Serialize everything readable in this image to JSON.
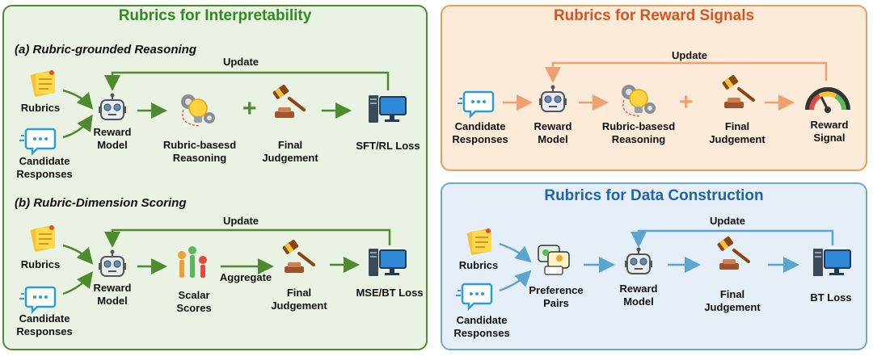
{
  "interpretability": {
    "title": "Rubrics for Interpretability",
    "sub_a": "(a) Rubric-grounded Reasoning",
    "sub_b": "(b) Rubric-Dimension Scoring",
    "update": "Update",
    "rubrics": "Rubrics",
    "candidate": [
      "Candidate",
      "Responses"
    ],
    "reward_model": [
      "Reward",
      "Model"
    ],
    "reasoning": [
      "Rubric-basesd",
      "Reasoning"
    ],
    "final": [
      "Final",
      "Judgement"
    ],
    "sft_loss": "SFT/RL Loss",
    "scalar": [
      "Scalar",
      "Scores"
    ],
    "aggregate": "Aggregate",
    "mse_loss": "MSE/BT Loss"
  },
  "reward_signals": {
    "title": "Rubrics for Reward Signals",
    "update": "Update",
    "candidate": [
      "Candidate",
      "Responses"
    ],
    "reward_model": [
      "Reward",
      "Model"
    ],
    "reasoning": [
      "Rubric-basesd",
      "Reasoning"
    ],
    "final": [
      "Final",
      "Judgement"
    ],
    "signal": [
      "Reward",
      "Signal"
    ]
  },
  "data_construction": {
    "title": "Rubrics for Data Construction",
    "update": "Update",
    "rubrics": "Rubrics",
    "candidate": [
      "Candidate",
      "Responses"
    ],
    "preference": [
      "Preference",
      "Pairs"
    ],
    "reward_model": [
      "Reward",
      "Model"
    ],
    "final": [
      "Final",
      "Judgement"
    ],
    "bt_loss": "BT Loss"
  },
  "colors": {
    "green": "#4e8a2e",
    "orange": "#f0a070",
    "blue": "#5aa6d0",
    "green_panel": "#eaf2e3",
    "orange_panel": "#fdebd9",
    "blue_panel": "#e6eff7"
  }
}
